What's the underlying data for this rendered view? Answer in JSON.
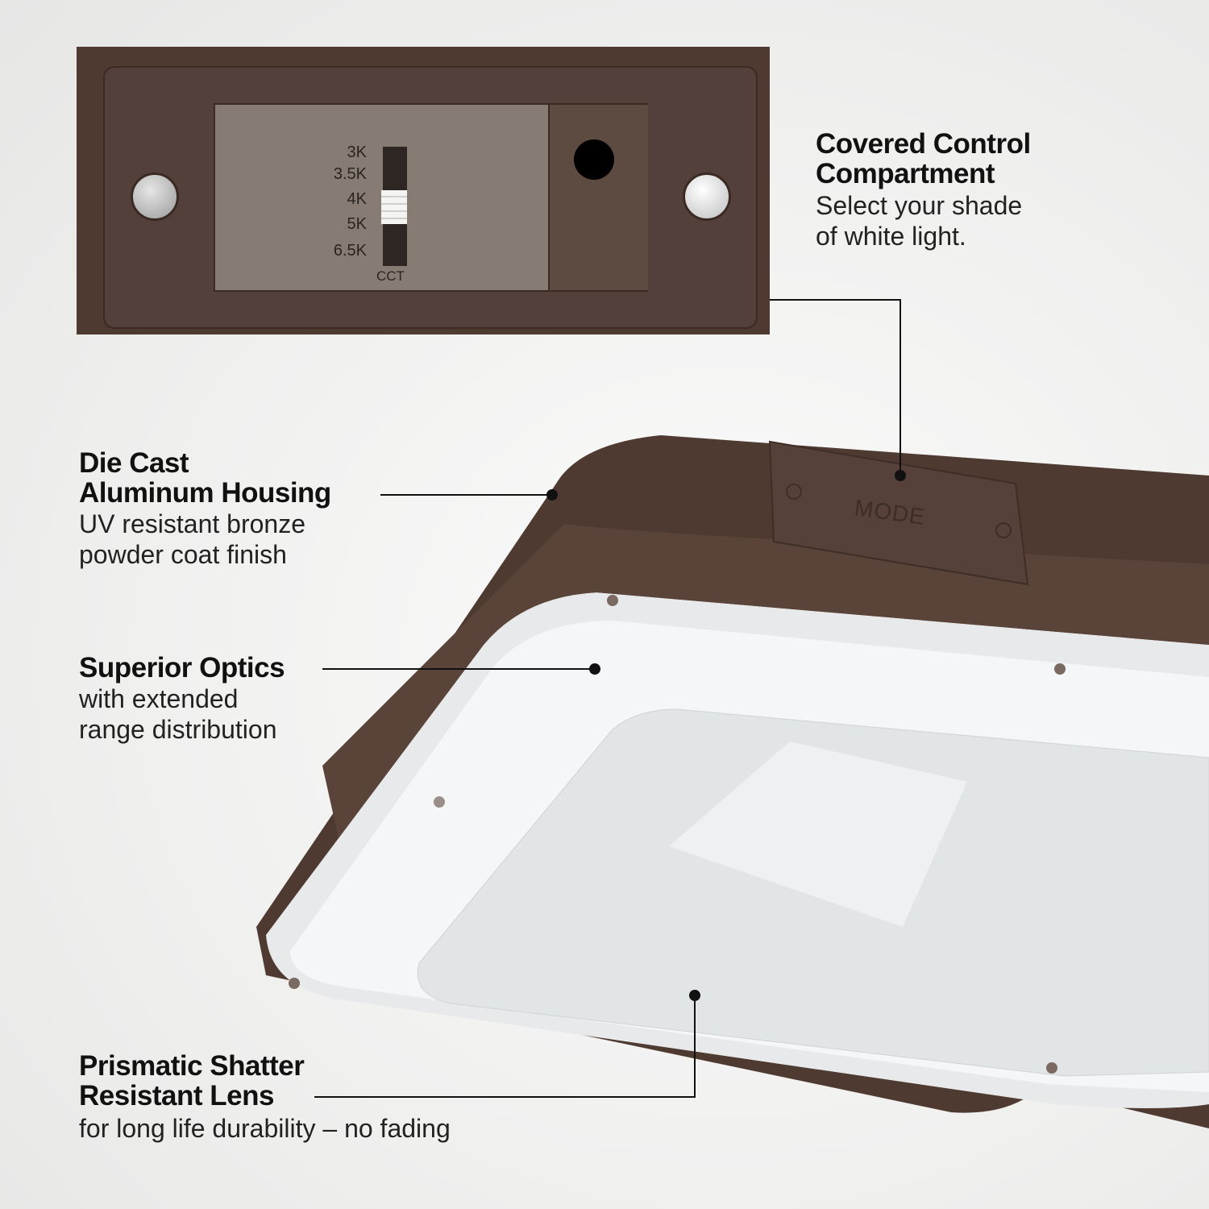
{
  "inset": {
    "cct_labels": [
      "3K",
      "3.5K",
      "4K",
      "5K",
      "6.5K"
    ],
    "cct_caption": "CCT",
    "selected": "4K"
  },
  "fixture": {
    "cover_label": "MODE"
  },
  "features": [
    {
      "title_lines": [
        "Covered Control",
        "Compartment"
      ],
      "body_lines": [
        "Select your shade",
        "of white light."
      ]
    },
    {
      "title_lines": [
        "Die Cast",
        "Aluminum Housing"
      ],
      "body_lines": [
        "UV resistant bronze",
        "powder coat finish"
      ]
    },
    {
      "title_lines": [
        "Superior Optics"
      ],
      "body_lines": [
        "with extended",
        "range distribution"
      ]
    },
    {
      "title_lines": [
        "Prismatic Shatter",
        "Resistant Lens"
      ],
      "body_lines": [
        "for long life durability – no fading"
      ]
    }
  ],
  "colors": {
    "bronze": "#4e3a30",
    "panel": "#867b73",
    "background": "#eeeeed"
  }
}
